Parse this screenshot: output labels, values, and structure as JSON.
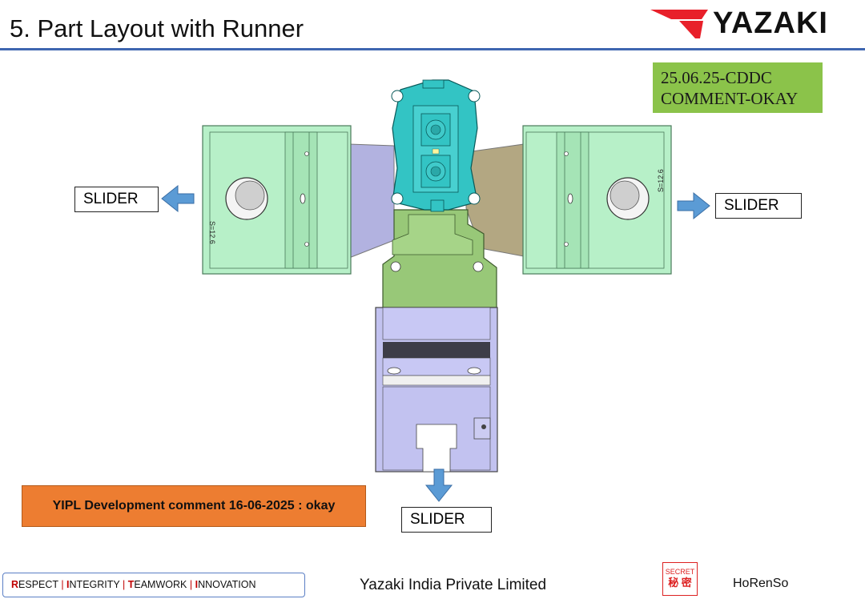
{
  "slide": {
    "title": "5. Part Layout with Runner",
    "logo": "YAZAKI",
    "approval_note": {
      "line1": "25.06.25-CDDC",
      "line2": "COMMENT-OKAY"
    },
    "yipl_comment": "YIPL Development comment 16-06-2025 : okay",
    "slider_labels": {
      "left": "SLIDER",
      "right": "SLIDER",
      "bottom": "SLIDER"
    },
    "dimension_marks": {
      "left": "S=12.6",
      "right": "S=12.6"
    }
  },
  "footer": {
    "values": [
      {
        "initial": "R",
        "rest": "ESPECT"
      },
      {
        "initial": "I",
        "rest": "NTEGRITY"
      },
      {
        "initial": "T",
        "rest": "EAMWORK"
      },
      {
        "initial": "I",
        "rest": "NNOVATION"
      }
    ],
    "separator": "|",
    "company": "Yazaki India Private Limited",
    "secret_en": "SECRET",
    "secret_jp": "秘 密",
    "horenso": "HoRenSo"
  },
  "colors": {
    "accent_rule": "#3f66b0",
    "slider_block": "#b7f0c8",
    "core_block": "#98c878",
    "base_block": "#c2c2f0",
    "part": "#33c4c4",
    "arrow": "#5b9bd5",
    "approval_bg": "#8bc34a",
    "comment_bg": "#ed7d31"
  }
}
